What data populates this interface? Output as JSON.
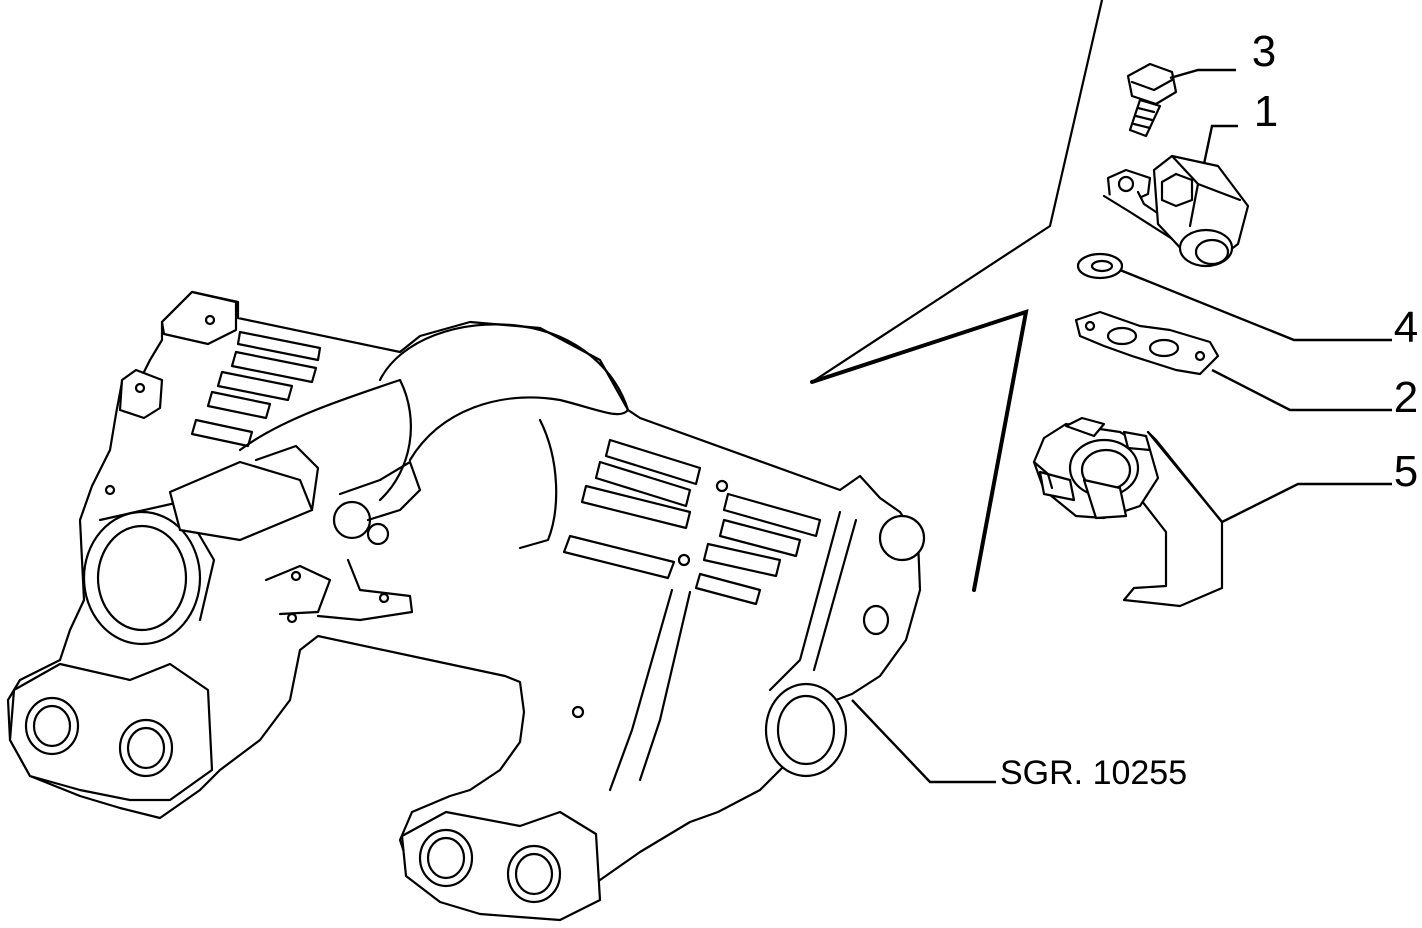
{
  "diagram": {
    "callouts": [
      {
        "id": "3",
        "label": "3"
      },
      {
        "id": "1",
        "label": "1"
      },
      {
        "id": "4",
        "label": "4"
      },
      {
        "id": "2",
        "label": "2"
      },
      {
        "id": "5",
        "label": "5"
      }
    ],
    "reference_label": "SGR. 10255"
  }
}
